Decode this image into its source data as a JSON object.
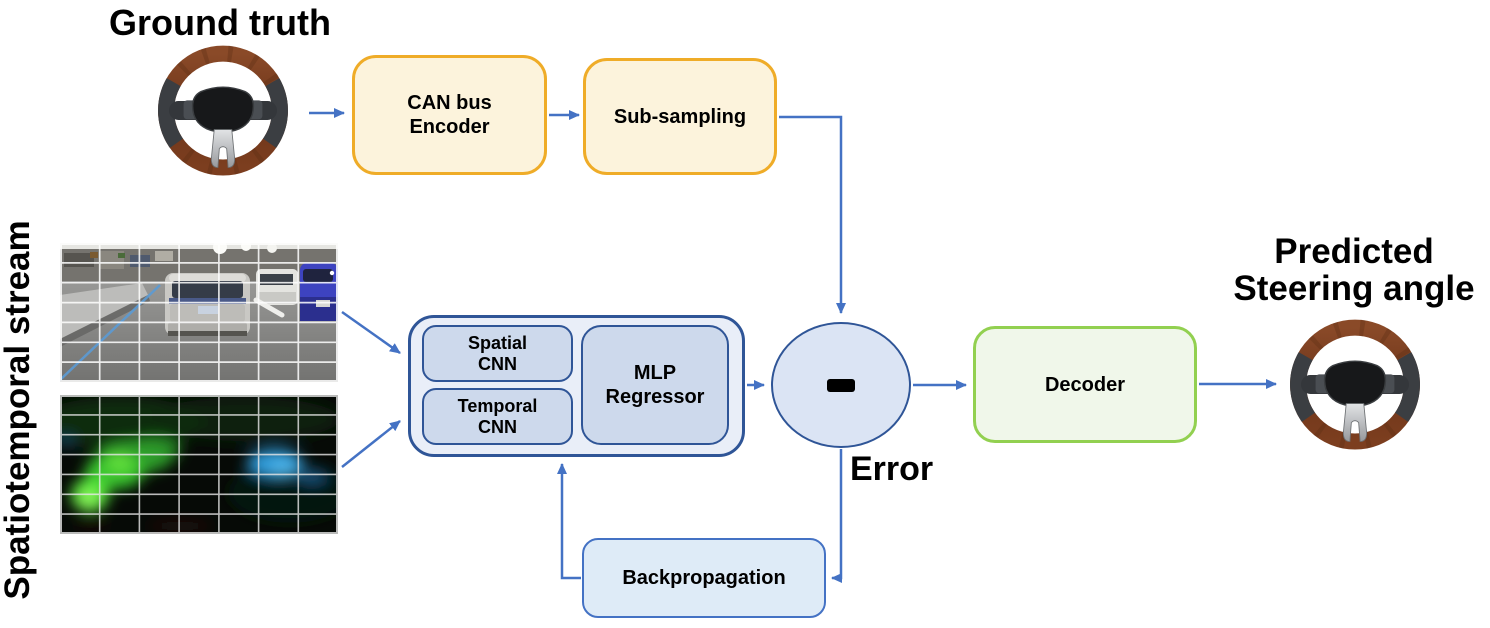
{
  "diagram": {
    "labels": {
      "ground_truth": "Ground truth",
      "predicted_steering_angle": "Predicted\nSteering angle",
      "spatiotemporal_stream": "Spatiotemporal stream",
      "error": "Error"
    },
    "nodes": {
      "can_bus_encoder": {
        "label": "CAN bus\nEncoder"
      },
      "sub_sampling": {
        "label": "Sub-sampling"
      },
      "spatial_cnn": {
        "label": "Spatial\nCNN"
      },
      "temporal_cnn": {
        "label": "Temporal\nCNN"
      },
      "mlp_regressor": {
        "label": "MLP\nRegressor"
      },
      "error_junction": {
        "symbol": "-"
      },
      "decoder": {
        "label": "Decoder"
      },
      "backpropagation": {
        "label": "Backpropagation"
      }
    },
    "icons": {
      "ground_truth_wheel": "steering-wheel-icon",
      "predicted_wheel": "steering-wheel-icon",
      "camera_frame": "road-camera-frame-with-grid",
      "optical_flow_frame": "optical-flow-frame-with-grid"
    },
    "colors": {
      "connector_blue": "#4472C4",
      "node_border_dark_blue": "#2F5597",
      "cnn_container_fill": "#E9EEF8",
      "cnn_inner_fill": "#CDD9EC",
      "error_circle_fill": "#DBE4F4",
      "backprop_fill": "#DEEBF7",
      "encoder_fill": "#FCF3DC",
      "encoder_border": "#EFAC28",
      "decoder_fill": "#F0F7EA",
      "decoder_border": "#92D050",
      "text": "#000000"
    }
  }
}
